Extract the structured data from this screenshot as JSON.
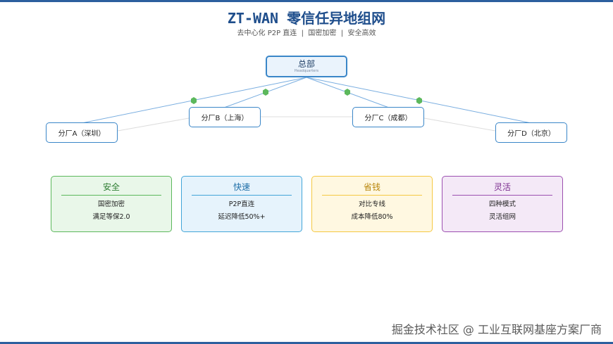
{
  "header": {
    "title": "ZT-WAN 零信任异地组网",
    "subtitle": "去中心化 P2P 直连  |  国密加密  |  安全高效"
  },
  "diagram": {
    "hq": {
      "name": "总部",
      "subtitle": "Headquarters"
    },
    "branches": [
      {
        "label": "分厂A（深圳）"
      },
      {
        "label": "分厂B（上海）"
      },
      {
        "label": "分厂C（成都）"
      },
      {
        "label": "分厂D（北京）"
      }
    ],
    "colors": {
      "link": "#7aaee0",
      "mesh": "#dddddd",
      "hub_dot": "#5cb85c"
    }
  },
  "features": [
    {
      "title": "安全",
      "lines": [
        "国密加密",
        "满足等保2.0"
      ],
      "color": "#5cb85c"
    },
    {
      "title": "快速",
      "lines": [
        "P2P直连",
        "延迟降低50%+"
      ],
      "color": "#42a5d8"
    },
    {
      "title": "省钱",
      "lines": [
        "对比专线",
        "成本降低80%"
      ],
      "color": "#f5c842"
    },
    {
      "title": "灵活",
      "lines": [
        "四种模式",
        "灵活组网"
      ],
      "color": "#9c4fb0"
    }
  ],
  "watermark": "掘金技术社区 @ 工业互联网基座方案厂商"
}
